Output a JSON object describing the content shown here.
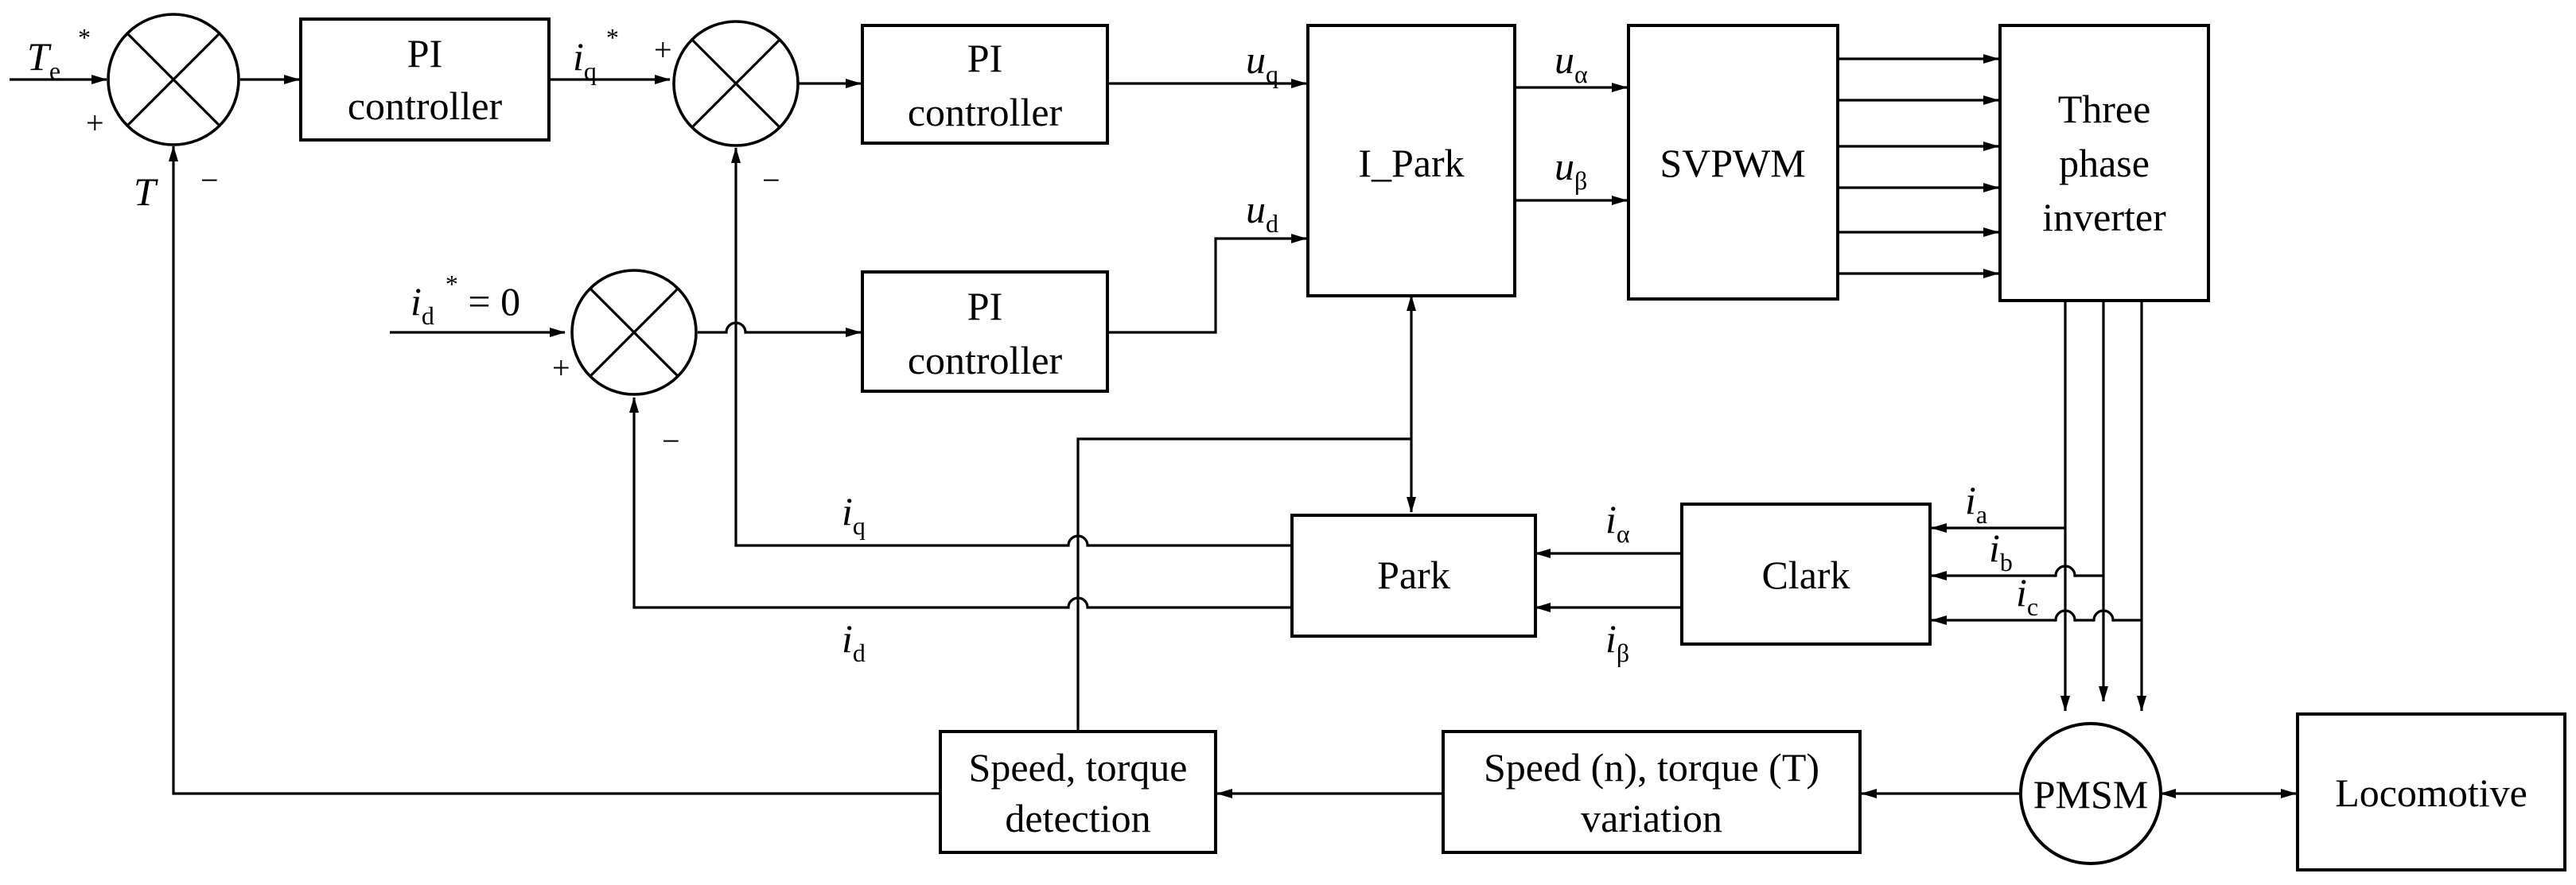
{
  "blocks": {
    "pi_torque": [
      "PI",
      "controller"
    ],
    "pi_iq": [
      "PI",
      "controller"
    ],
    "pi_id": [
      "PI",
      "controller"
    ],
    "ipark": [
      "I_Park"
    ],
    "svpwm": [
      "SVPWM"
    ],
    "inverter": [
      "Three",
      "phase",
      "inverter"
    ],
    "park": [
      "Park"
    ],
    "clark": [
      "Clark"
    ],
    "detection": [
      "Speed, torque",
      "detection"
    ],
    "variation": [
      "Speed (n), torque (T)",
      "variation"
    ],
    "pmsm": [
      "PMSM"
    ],
    "locomotive": [
      "Locomotive"
    ]
  },
  "signals": {
    "te_ref": {
      "main": "T",
      "sub": "e",
      "sup": "*"
    },
    "t_fb": {
      "main": "T"
    },
    "iq_ref": {
      "main": "i",
      "sub": "q",
      "sup": "*"
    },
    "id_ref": {
      "main": "i",
      "sub": "d",
      "sup": "*",
      "tail": " = 0"
    },
    "uq": {
      "main": "u",
      "sub": "q"
    },
    "ud": {
      "main": "u",
      "sub": "d"
    },
    "ualpha": {
      "main": "u",
      "sub": "α"
    },
    "ubeta": {
      "main": "u",
      "sub": "β"
    },
    "iq_fb": {
      "main": "i",
      "sub": "q"
    },
    "id_fb": {
      "main": "i",
      "sub": "d"
    },
    "ialpha": {
      "main": "i",
      "sub": "α"
    },
    "ibeta": {
      "main": "i",
      "sub": "β"
    },
    "ia": {
      "main": "i",
      "sub": "a"
    },
    "ib": {
      "main": "i",
      "sub": "b"
    },
    "ic": {
      "main": "i",
      "sub": "c"
    }
  },
  "signs": {
    "sj1_plus": "+",
    "sj1_minus": "−",
    "sj2_plus": "+",
    "sj2_minus": "−",
    "sj3_plus": "+",
    "sj3_minus": "−"
  }
}
